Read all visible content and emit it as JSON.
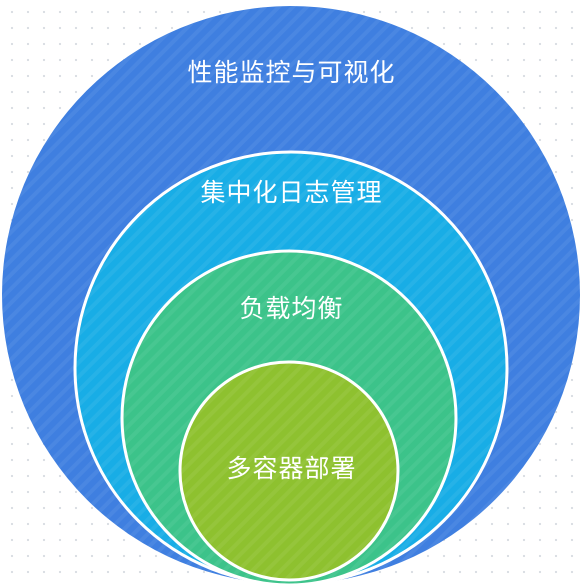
{
  "layers": [
    {
      "label": "性能监控与可视化",
      "color": "#3f7fe0"
    },
    {
      "label": "集中化日志管理",
      "color": "#18ade6"
    },
    {
      "label": "负载均衡",
      "color": "#3cc38a"
    },
    {
      "label": "多容器部署",
      "color": "#8ec12f"
    }
  ]
}
